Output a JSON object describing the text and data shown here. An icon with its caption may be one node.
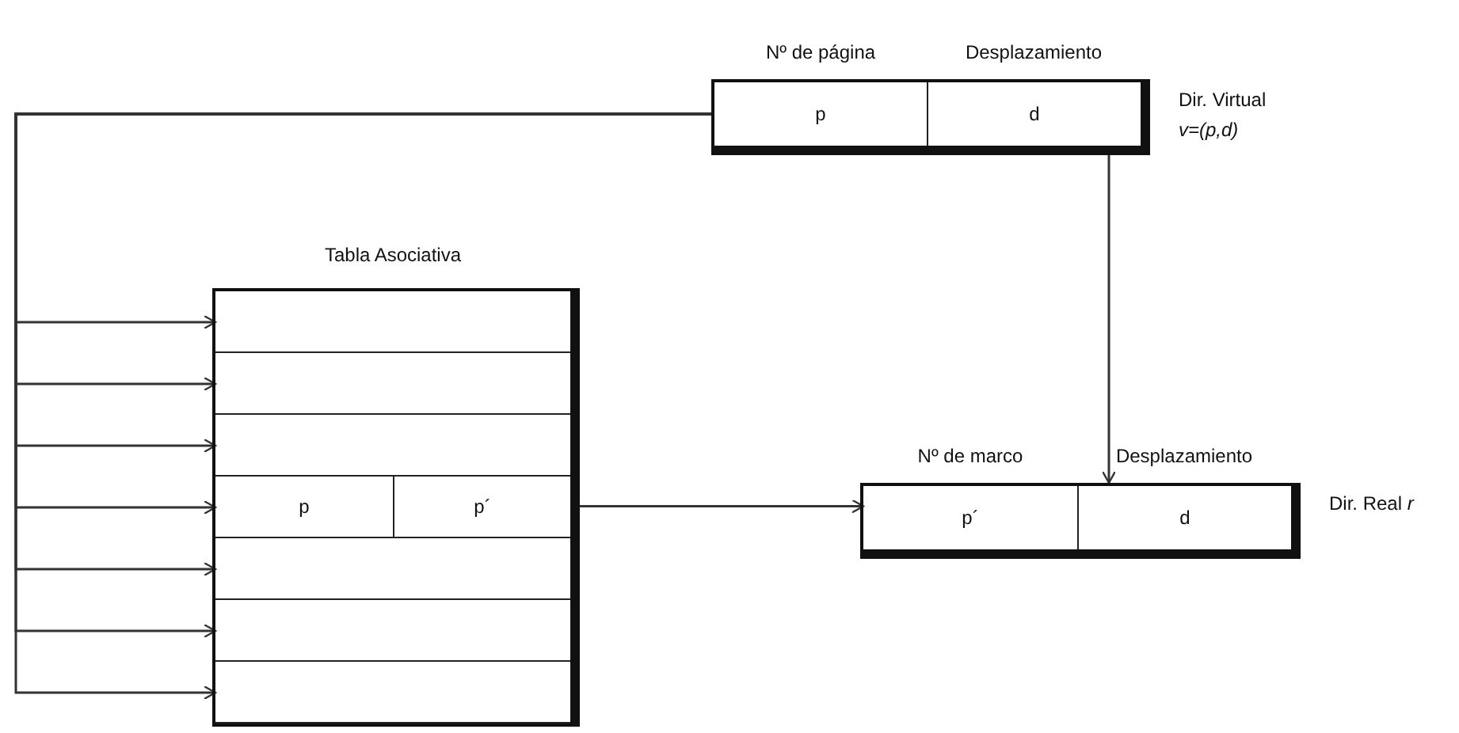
{
  "diagram": {
    "nodes": [
      {
        "text": [],
        "shape": "box",
        "beside": [
          "Dir. Virtual *v=(p,d)*"
        ]
      },
      {
        "text": [
          "Nº de página",
          "p"
        ],
        "in": 0
      },
      {
        "text": [
          "Desplazamiento",
          "d"
        ],
        "in": 0
      },
      {
        "text": [
          "Tabla Asociativa"
        ]
      },
      {
        "text": [],
        "shape": "box",
        "in": 3
      },
      {
        "text": [],
        "shape": "box",
        "in": 3
      },
      {
        "text": [],
        "shape": "box",
        "in": 3
      },
      {
        "text": [],
        "shape": "box",
        "in": 3
      },
      {
        "text": [
          "p"
        ],
        "in": 7
      },
      {
        "text": [
          "p´"
        ],
        "in": 7
      },
      {
        "text": [],
        "shape": "box",
        "in": 3
      },
      {
        "text": [],
        "shape": "box",
        "in": 3
      },
      {
        "text": [],
        "shape": "box",
        "in": 3
      },
      {
        "text": [],
        "shape": "box",
        "beside": [
          "Dir. Real *r*"
        ]
      },
      {
        "text": [
          "Nº de marco",
          "p´"
        ],
        "in": 13
      },
      {
        "text": [
          "Desplazamiento",
          "d"
        ],
        "in": 13
      }
    ],
    "edges": [
      {
        "from": 1,
        "to": 4,
        "arrow": "to"
      },
      {
        "from": 1,
        "to": 5,
        "arrow": "to"
      },
      {
        "from": 1,
        "to": 6,
        "arrow": "to"
      },
      {
        "from": 1,
        "to": 7,
        "arrow": "to"
      },
      {
        "from": 1,
        "to": 10,
        "arrow": "to"
      },
      {
        "from": 1,
        "to": 11,
        "arrow": "to"
      },
      {
        "from": 1,
        "to": 12,
        "arrow": "to"
      },
      {
        "from": 9,
        "to": 14,
        "arrow": "to"
      },
      {
        "from": 2,
        "to": 15,
        "arrow": "to"
      }
    ]
  }
}
